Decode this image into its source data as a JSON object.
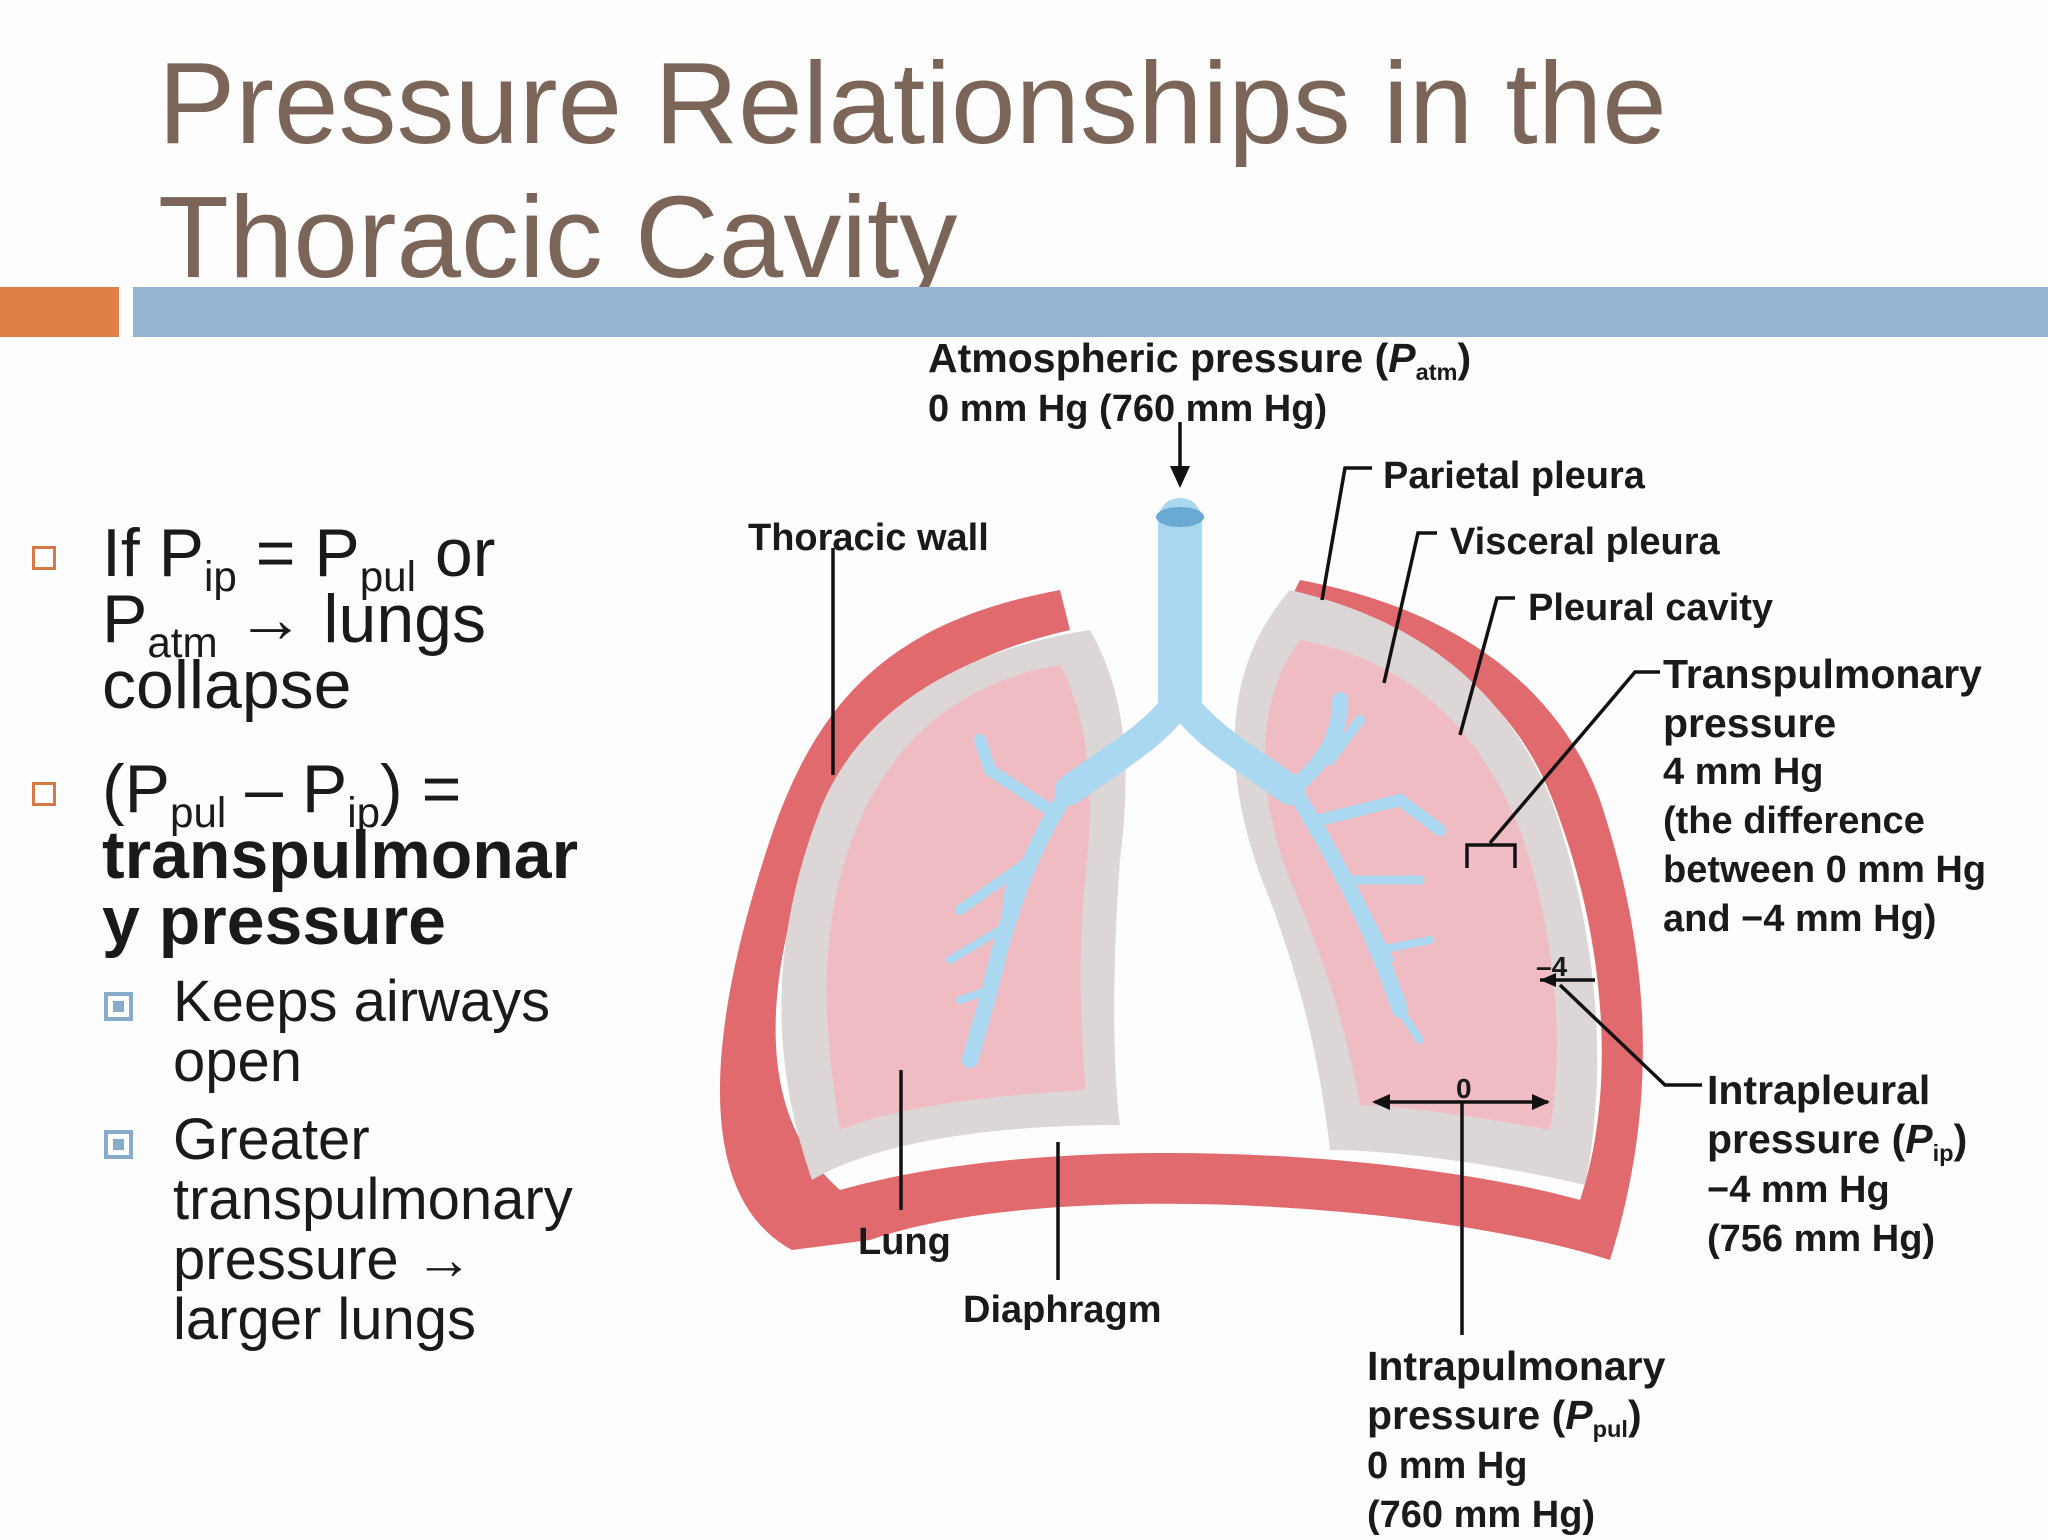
{
  "slide": {
    "title_line1": "Pressure Relationships in the",
    "title_line2": "Thoracic Cavity"
  },
  "bullets": {
    "b1": {
      "if": "If P",
      "ip": "ip",
      "eq": " = P",
      "pul": "pul",
      "or": " or",
      "p": "P",
      "atm": "atm",
      "arrow": " → lungs",
      "collapse": "collapse"
    },
    "b2": {
      "open": "(P",
      "pul": "pul",
      "minus": " – P",
      "ip": "ip",
      "close": ") =",
      "term1": "transpulmonar",
      "term2": "y pressure"
    },
    "sub1": {
      "line1": "Keeps airways",
      "line2": "open"
    },
    "sub2": {
      "line1": "Greater",
      "line2": "transpulmonary",
      "line3": "pressure →",
      "line4": "larger lungs"
    }
  },
  "diagram": {
    "atm": {
      "line1a": "Atmospheric pressure (",
      "P": "P",
      "sub": "atm",
      "line1b": ")",
      "line2": "0 mm Hg (760 mm Hg)"
    },
    "parietal": "Parietal pleura",
    "visceral": "Visceral pleura",
    "pleural_cavity": "Pleural cavity",
    "thoracic_wall": "Thoracic wall",
    "transpulmonary": {
      "line1": "Transpulmonary",
      "line2": "pressure",
      "line3": "4 mm Hg",
      "line4": "(the difference",
      "line5": "between 0 mm Hg",
      "line6": "and −4 mm Hg)"
    },
    "minus4": "–4",
    "zero": "0",
    "intrapleural": {
      "line1": "Intrapleural",
      "line2a": "pressure (",
      "P": "P",
      "sub": "ip",
      "line2b": ")",
      "line3": "−4 mm Hg",
      "line4": "(756 mm Hg)"
    },
    "lung": "Lung",
    "diaphragm": "Diaphragm",
    "intrapulmonary": {
      "line1": "Intrapulmonary",
      "line2a": "pressure (",
      "P": "P",
      "sub": "pul",
      "line2b": ")",
      "line3": "0 mm Hg",
      "line4": "(760 mm Hg)"
    }
  },
  "colors": {
    "title": "#7b6558",
    "accent_orange": "#de8048",
    "accent_blue": "#94b4d2",
    "wall": "#e06a6e",
    "pleura": "#dcd6d6",
    "lung": "#f0bcc4",
    "airway": "#a9d8f0"
  }
}
